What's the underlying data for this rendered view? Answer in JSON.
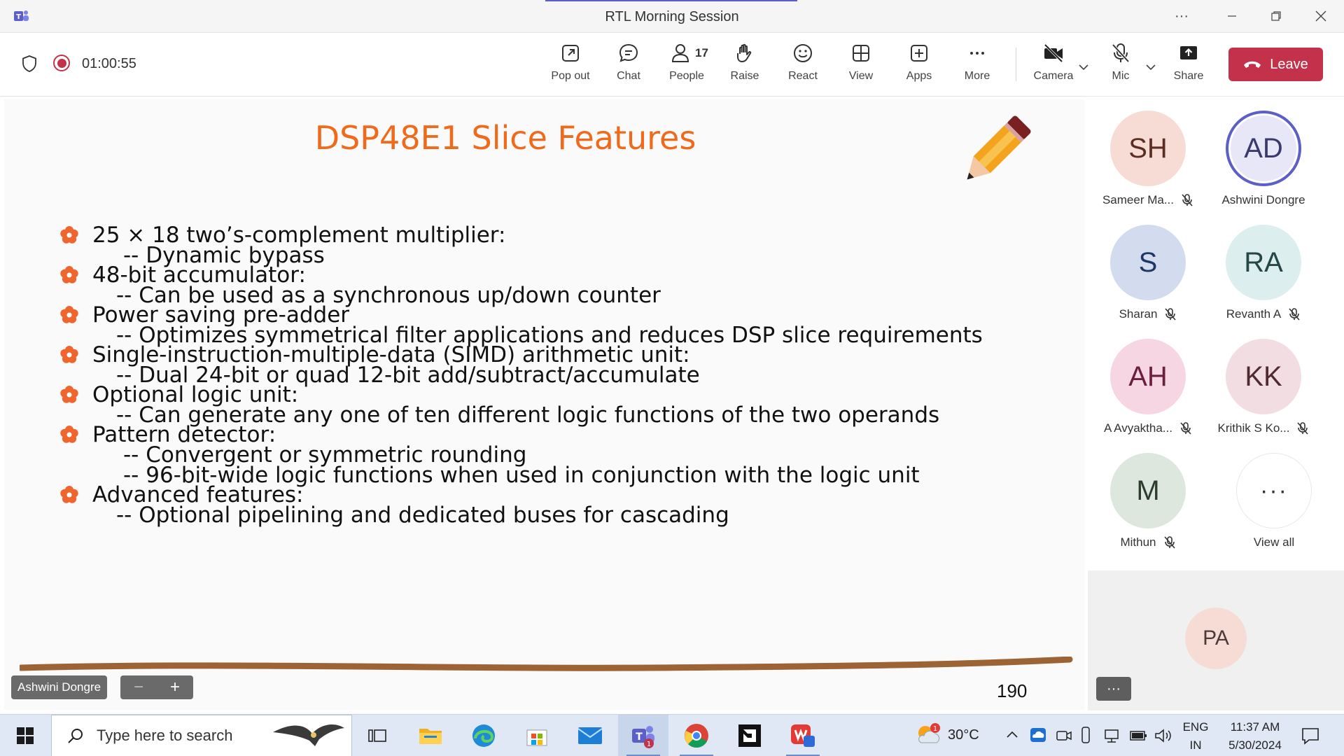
{
  "window": {
    "title": "RTL Morning Session",
    "more_label": "···"
  },
  "meeting": {
    "timer": "01:00:55"
  },
  "toolbar": {
    "popout_label": "Pop out",
    "chat_label": "Chat",
    "people_label": "People",
    "people_count": "17",
    "raise_label": "Raise",
    "react_label": "React",
    "view_label": "View",
    "apps_label": "Apps",
    "more_label": "More",
    "camera_label": "Camera",
    "mic_label": "Mic",
    "share_label": "Share",
    "leave_label": "Leave"
  },
  "slide": {
    "title": "DSP48E1 Slice Features",
    "bullets": [
      {
        "text": "25 × 18 two’s-complement multiplier:",
        "subs": [
          "-- Dynamic bypass"
        ]
      },
      {
        "text": "48-bit accumulator:",
        "subs": [
          "-- Can be used as a synchronous up/down counter"
        ]
      },
      {
        "text": "Power saving pre-adder",
        "subs": [
          "-- Optimizes symmetrical filter applications and reduces DSP slice requirements"
        ]
      },
      {
        "text": "Single-instruction-multiple-data (SIMD) arithmetic unit:",
        "subs": [
          "-- Dual 24-bit or quad 12-bit add/subtract/accumulate"
        ]
      },
      {
        "text": "Optional logic unit:",
        "subs": [
          "-- Can generate any one of ten different logic functions of the two operands"
        ]
      },
      {
        "text": "Pattern detector:",
        "subs": [
          "-- Convergent or symmetric rounding",
          "-- 96-bit-wide logic functions when used in conjunction with the logic unit"
        ]
      },
      {
        "text": "Advanced features:",
        "subs": [
          "-- Optional pipelining and dedicated buses for cascading"
        ]
      }
    ],
    "page_number": "190",
    "presenter_tag": "Ashwini Dongre",
    "zoom_out": "−",
    "zoom_in": "+"
  },
  "participants": [
    {
      "initials": "SH",
      "name": "Sameer Ma...",
      "muted": true,
      "bg": "#f7dcd6",
      "fg": "#5a2e22"
    },
    {
      "initials": "AD",
      "name": "Ashwini Dongre",
      "muted": false,
      "bg": "#e8e7f7",
      "fg": "#3a3a6e"
    },
    {
      "initials": "S",
      "name": "Sharan",
      "muted": true,
      "bg": "#d3dcef",
      "fg": "#1f3566"
    },
    {
      "initials": "RA",
      "name": "Revanth A",
      "muted": true,
      "bg": "#dceeee",
      "fg": "#254747"
    },
    {
      "initials": "AH",
      "name": "A Avyaktha...",
      "muted": true,
      "bg": "#f5d6e2",
      "fg": "#6a1f3e"
    },
    {
      "initials": "KK",
      "name": "Krithik S Ko...",
      "muted": true,
      "bg": "#f2dde2",
      "fg": "#4e2a33"
    },
    {
      "initials": "M",
      "name": "Mithun",
      "muted": true,
      "bg": "#dde7dd",
      "fg": "#2d3d2d"
    }
  ],
  "view_all": {
    "label": "View all",
    "dots": "···"
  },
  "self_view": {
    "initials": "PA",
    "more": "···"
  },
  "taskbar": {
    "search_placeholder": "Type here to search",
    "teams_badge": "1",
    "weather_temp": "30°C",
    "weather_badge": "1",
    "lang_line1": "ENG",
    "lang_line2": "IN",
    "time": "11:37 AM",
    "date": "5/30/2024"
  }
}
